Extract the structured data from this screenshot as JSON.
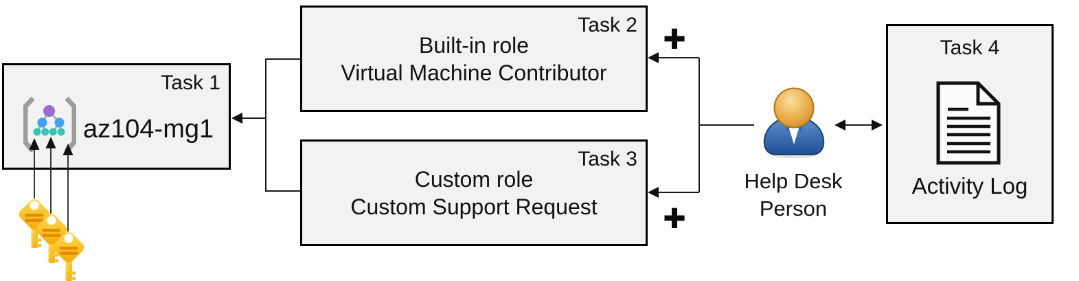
{
  "diagram": {
    "task1": {
      "label": "Task 1",
      "name": "az104-mg1"
    },
    "task2": {
      "label": "Task 2",
      "line1": "Built-in role",
      "line2": "Virtual Machine Contributor"
    },
    "task3": {
      "label": "Task 3",
      "line1": "Custom role",
      "line2": "Custom Support Request"
    },
    "task4": {
      "label": "Task 4",
      "caption": "Activity Log"
    },
    "person": {
      "line1": "Help Desk",
      "line2": "Person"
    },
    "symbols": {
      "plus_top": "+",
      "plus_bottom": "+"
    },
    "icons": {
      "task1_icon": "management-group-icon",
      "task4_icon": "document-icon",
      "person_icon": "person-icon",
      "key_icon": "key-icon",
      "key_count": 3
    },
    "colors": {
      "box_fill": "#f2f2f2",
      "box_border": "#000000",
      "key_gold_light": "#ffdd55",
      "key_gold_dark": "#f5a800",
      "key_bar_orange": "#e18d00",
      "mg_bracket_gray": "#9c9c9c",
      "mg_purple": "#9c6bd4",
      "mg_blue": "#3ea3f2",
      "mg_teal": "#36c3b4",
      "person_skin_light": "#fae0a0",
      "person_skin_dark": "#d08f25",
      "person_blue_light": "#5e93d1",
      "person_blue_dark": "#1f4f93"
    }
  }
}
